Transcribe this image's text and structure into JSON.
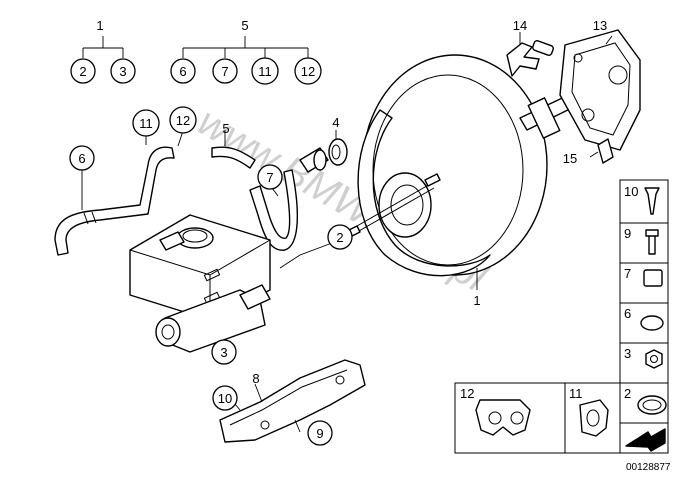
{
  "watermark": "www.BMWstore.pl",
  "top_groups": {
    "g1": {
      "parent": "1",
      "children": [
        "2",
        "3"
      ]
    },
    "g5": {
      "parent": "5",
      "children": [
        "6",
        "7",
        "11",
        "12"
      ]
    }
  },
  "callouts": {
    "c14": "14",
    "c13": "13",
    "c15": "15",
    "c4": "4",
    "c5": "5",
    "c11": "11",
    "c12": "12",
    "c6": "6",
    "c7": "7",
    "c2": "2",
    "c1": "1",
    "c3": "3",
    "c8": "8",
    "c10": "10",
    "c9": "9"
  },
  "side_panel": [
    "10",
    "9",
    "7",
    "6",
    "3",
    "2"
  ],
  "bottom_panel": [
    "12",
    "11"
  ],
  "diagram_code": "00128877"
}
